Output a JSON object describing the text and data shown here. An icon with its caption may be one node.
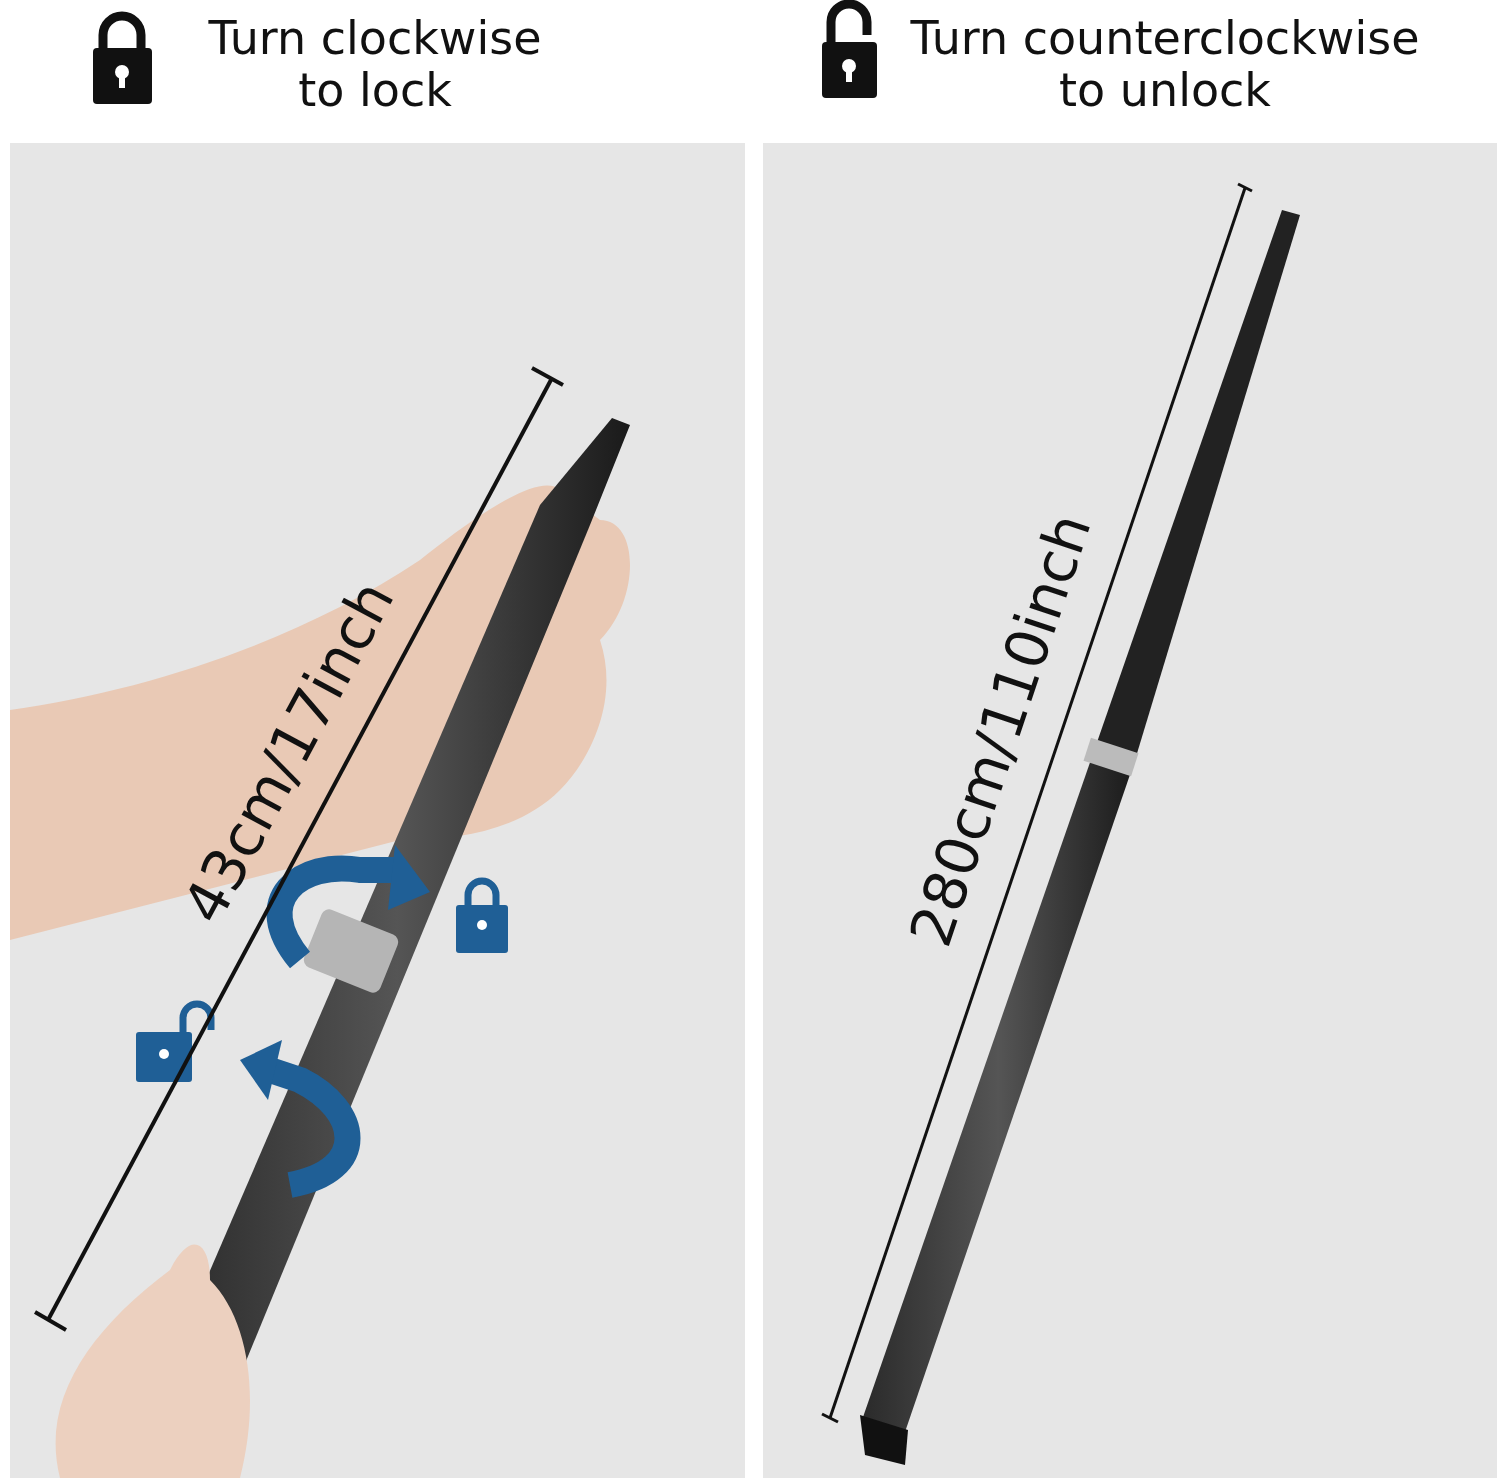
{
  "diagram": {
    "labels": [
      "Turn clockwise to lock",
      "Turn counterclockwise to unlock",
      "43cm/17inch",
      "280cm/110inch"
    ]
  }
}
